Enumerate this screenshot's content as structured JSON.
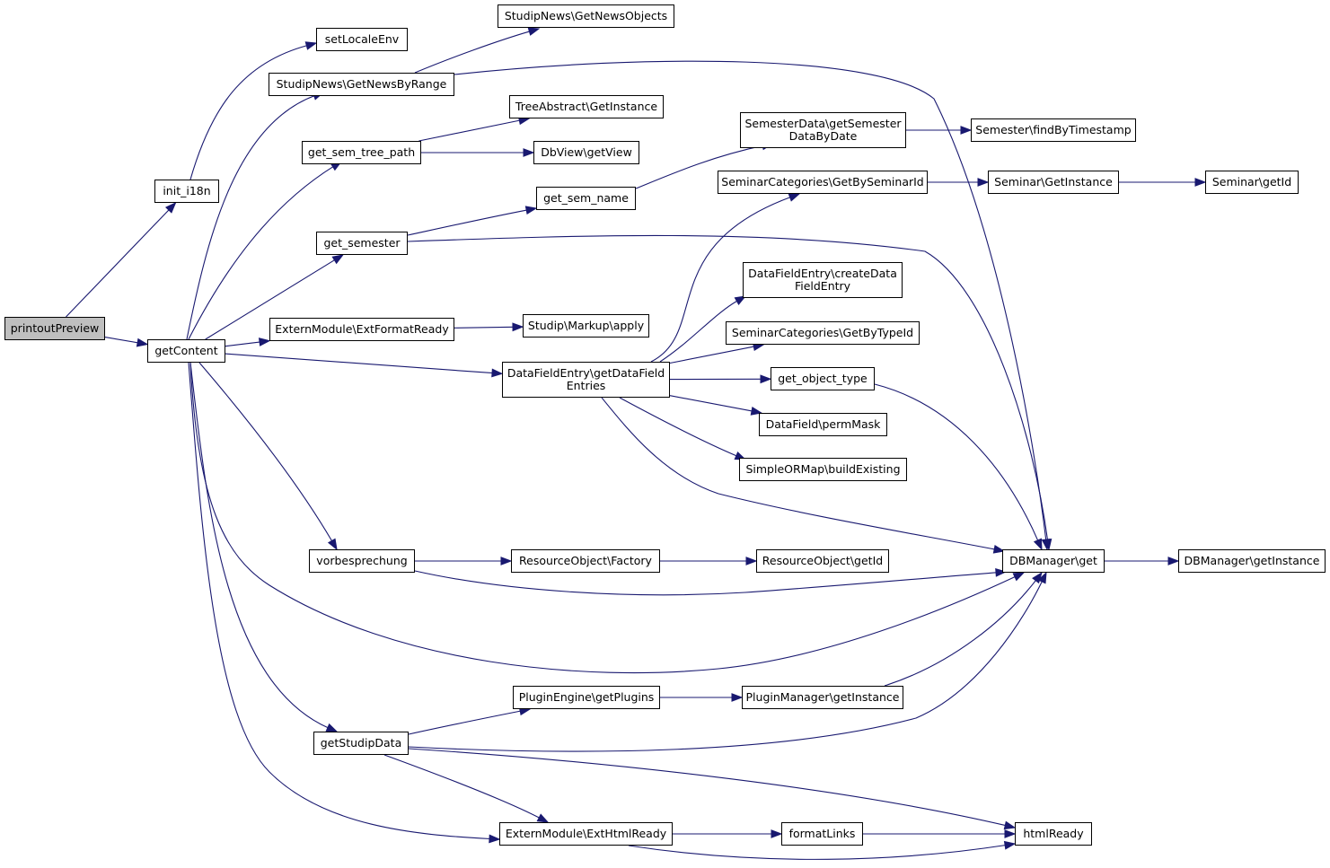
{
  "colors": {
    "edge": "#191970",
    "node_border": "#000000",
    "root_fill": "#bfbfbf",
    "node_fill": "#ffffff"
  },
  "nodes": [
    {
      "id": "printoutPreview",
      "label": "printoutPreview",
      "root": true
    },
    {
      "id": "init_i18n",
      "label": "init_i18n"
    },
    {
      "id": "getContent",
      "label": "getContent"
    },
    {
      "id": "setLocaleEnv",
      "label": "setLocaleEnv"
    },
    {
      "id": "StudipNews_GetNewsObjects",
      "label": "StudipNews\\GetNewsObjects"
    },
    {
      "id": "StudipNews_GetNewsByRange",
      "label": "StudipNews\\GetNewsByRange"
    },
    {
      "id": "TreeAbstract_GetInstance",
      "label": "TreeAbstract\\GetInstance"
    },
    {
      "id": "get_sem_tree_path",
      "label": "get_sem_tree_path"
    },
    {
      "id": "DbView_getView",
      "label": "DbView\\getView"
    },
    {
      "id": "SemesterData_getSemesterDataByDate",
      "label": "SemesterData\\getSemester\nDataByDate"
    },
    {
      "id": "Semester_findByTimestamp",
      "label": "Semester\\findByTimestamp"
    },
    {
      "id": "SeminarCategories_GetBySeminarId",
      "label": "SeminarCategories\\GetBySeminarId"
    },
    {
      "id": "Seminar_GetInstance",
      "label": "Seminar\\GetInstance"
    },
    {
      "id": "Seminar_getId",
      "label": "Seminar\\getId"
    },
    {
      "id": "get_sem_name",
      "label": "get_sem_name"
    },
    {
      "id": "get_semester",
      "label": "get_semester"
    },
    {
      "id": "DataFieldEntry_createDataFieldEntry",
      "label": "DataFieldEntry\\createData\nFieldEntry"
    },
    {
      "id": "ExternModule_ExtFormatReady",
      "label": "ExternModule\\ExtFormatReady"
    },
    {
      "id": "Studip_Markup_apply",
      "label": "Studip\\Markup\\apply"
    },
    {
      "id": "SeminarCategories_GetByTypeId",
      "label": "SeminarCategories\\GetByTypeId"
    },
    {
      "id": "DataFieldEntry_getDataFieldEntries",
      "label": "DataFieldEntry\\getDataField\nEntries"
    },
    {
      "id": "get_object_type",
      "label": "get_object_type"
    },
    {
      "id": "DataField_permMask",
      "label": "DataField\\permMask"
    },
    {
      "id": "SimpleORMap_buildExisting",
      "label": "SimpleORMap\\buildExisting"
    },
    {
      "id": "vorbesprechung",
      "label": "vorbesprechung"
    },
    {
      "id": "ResourceObject_Factory",
      "label": "ResourceObject\\Factory"
    },
    {
      "id": "ResourceObject_getId",
      "label": "ResourceObject\\getId"
    },
    {
      "id": "DBManager_get",
      "label": "DBManager\\get"
    },
    {
      "id": "DBManager_getInstance",
      "label": "DBManager\\getInstance"
    },
    {
      "id": "PluginEngine_getPlugins",
      "label": "PluginEngine\\getPlugins"
    },
    {
      "id": "PluginManager_getInstance",
      "label": "PluginManager\\getInstance"
    },
    {
      "id": "getStudipData",
      "label": "getStudipData"
    },
    {
      "id": "ExternModule_ExtHtmlReady",
      "label": "ExternModule\\ExtHtmlReady"
    },
    {
      "id": "formatLinks",
      "label": "formatLinks"
    },
    {
      "id": "htmlReady",
      "label": "htmlReady"
    }
  ],
  "edges": [
    {
      "from": "printoutPreview",
      "to": "init_i18n"
    },
    {
      "from": "printoutPreview",
      "to": "getContent"
    },
    {
      "from": "init_i18n",
      "to": "setLocaleEnv"
    },
    {
      "from": "getContent",
      "to": "StudipNews_GetNewsByRange"
    },
    {
      "from": "getContent",
      "to": "get_sem_tree_path"
    },
    {
      "from": "getContent",
      "to": "get_semester"
    },
    {
      "from": "getContent",
      "to": "ExternModule_ExtFormatReady"
    },
    {
      "from": "getContent",
      "to": "DataFieldEntry_getDataFieldEntries"
    },
    {
      "from": "getContent",
      "to": "vorbesprechung"
    },
    {
      "from": "getContent",
      "to": "DBManager_get"
    },
    {
      "from": "getContent",
      "to": "getStudipData"
    },
    {
      "from": "getContent",
      "to": "ExternModule_ExtHtmlReady"
    },
    {
      "from": "StudipNews_GetNewsByRange",
      "to": "StudipNews_GetNewsObjects"
    },
    {
      "from": "StudipNews_GetNewsByRange",
      "to": "DBManager_get"
    },
    {
      "from": "get_sem_tree_path",
      "to": "TreeAbstract_GetInstance"
    },
    {
      "from": "get_sem_tree_path",
      "to": "DbView_getView"
    },
    {
      "from": "get_semester",
      "to": "get_sem_name"
    },
    {
      "from": "get_semester",
      "to": "DBManager_get"
    },
    {
      "from": "get_sem_name",
      "to": "SemesterData_getSemesterDataByDate"
    },
    {
      "from": "SemesterData_getSemesterDataByDate",
      "to": "Semester_findByTimestamp"
    },
    {
      "from": "SeminarCategories_GetBySeminarId",
      "to": "Seminar_GetInstance"
    },
    {
      "from": "Seminar_GetInstance",
      "to": "Seminar_getId"
    },
    {
      "from": "ExternModule_ExtFormatReady",
      "to": "Studip_Markup_apply"
    },
    {
      "from": "DataFieldEntry_getDataFieldEntries",
      "to": "SeminarCategories_GetBySeminarId"
    },
    {
      "from": "DataFieldEntry_getDataFieldEntries",
      "to": "DataFieldEntry_createDataFieldEntry"
    },
    {
      "from": "DataFieldEntry_getDataFieldEntries",
      "to": "SeminarCategories_GetByTypeId"
    },
    {
      "from": "DataFieldEntry_getDataFieldEntries",
      "to": "get_object_type"
    },
    {
      "from": "DataFieldEntry_getDataFieldEntries",
      "to": "DataField_permMask"
    },
    {
      "from": "DataFieldEntry_getDataFieldEntries",
      "to": "SimpleORMap_buildExisting"
    },
    {
      "from": "DataFieldEntry_getDataFieldEntries",
      "to": "DBManager_get"
    },
    {
      "from": "get_object_type",
      "to": "DBManager_get"
    },
    {
      "from": "vorbesprechung",
      "to": "ResourceObject_Factory"
    },
    {
      "from": "vorbesprechung",
      "to": "DBManager_get"
    },
    {
      "from": "ResourceObject_Factory",
      "to": "ResourceObject_getId"
    },
    {
      "from": "DBManager_get",
      "to": "DBManager_getInstance"
    },
    {
      "from": "getStudipData",
      "to": "PluginEngine_getPlugins"
    },
    {
      "from": "getStudipData",
      "to": "DBManager_get"
    },
    {
      "from": "getStudipData",
      "to": "ExternModule_ExtHtmlReady"
    },
    {
      "from": "getStudipData",
      "to": "htmlReady"
    },
    {
      "from": "PluginEngine_getPlugins",
      "to": "PluginManager_getInstance"
    },
    {
      "from": "PluginManager_getInstance",
      "to": "DBManager_get"
    },
    {
      "from": "ExternModule_ExtHtmlReady",
      "to": "formatLinks"
    },
    {
      "from": "ExternModule_ExtHtmlReady",
      "to": "htmlReady"
    },
    {
      "from": "formatLinks",
      "to": "htmlReady"
    }
  ]
}
